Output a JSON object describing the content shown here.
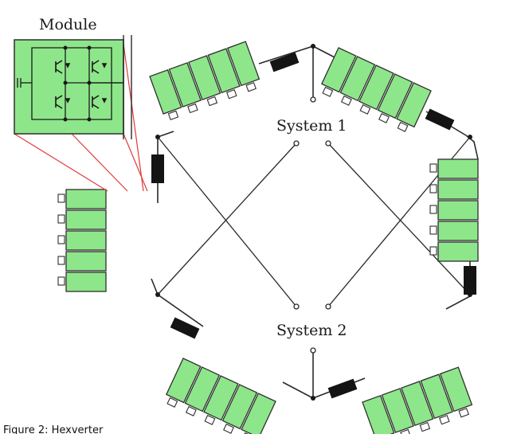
{
  "labels": {
    "module": "Module",
    "system1": "System 1",
    "system2": "System 2",
    "caption": "Figure 2: Hexverter"
  },
  "colors": {
    "module_fill": "#8ee68a",
    "module_stroke": "#2f2f2f",
    "inductor": "#141414",
    "wire": "#2a2a2a",
    "zoom_lines": "#e03a3a"
  },
  "diagram": {
    "branches": 6,
    "modules_per_branch": 5,
    "switches_per_module": 4
  }
}
